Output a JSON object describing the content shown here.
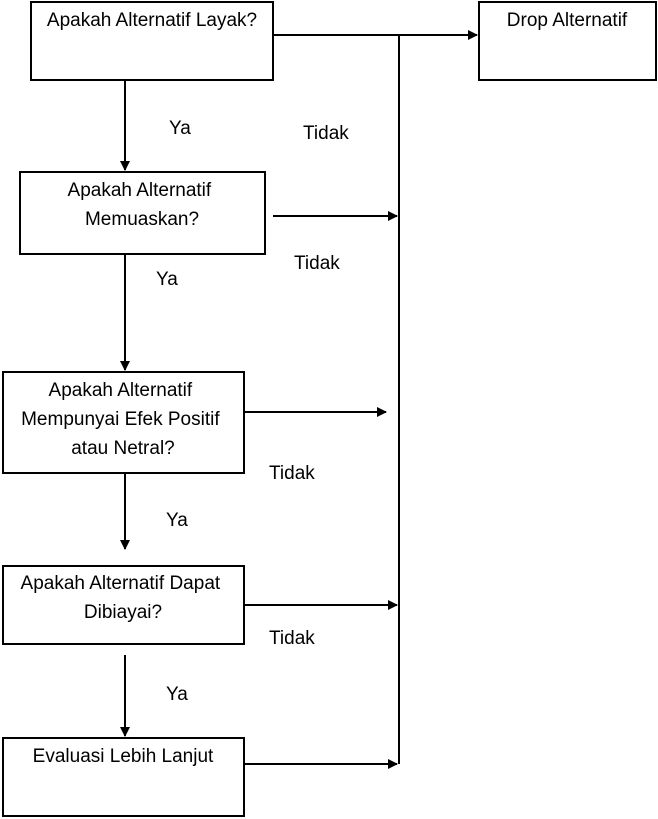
{
  "nodes": {
    "q1": {
      "lines": [
        "Apakah Alternatif Layak?"
      ]
    },
    "drop": {
      "lines": [
        "Drop Alternatif"
      ]
    },
    "q2": {
      "lines": [
        "Apakah Alternatif",
        "Memuaskan?"
      ]
    },
    "q3": {
      "lines": [
        "Apakah Alternatif",
        "Mempunyai Efek Positif",
        "atau Netral?"
      ]
    },
    "q4": {
      "lines": [
        "Apakah Alternatif Dapat",
        "Dibiayai?"
      ]
    },
    "end": {
      "lines": [
        "Evaluasi Lebih Lanjut"
      ]
    }
  },
  "labels": {
    "yes1": "Ya",
    "yes2": "Ya",
    "yes3": "Ya",
    "yes4": "Ya",
    "no1": "Tidak",
    "no2": "Tidak",
    "no3": "Tidak",
    "no4": "Tidak"
  }
}
